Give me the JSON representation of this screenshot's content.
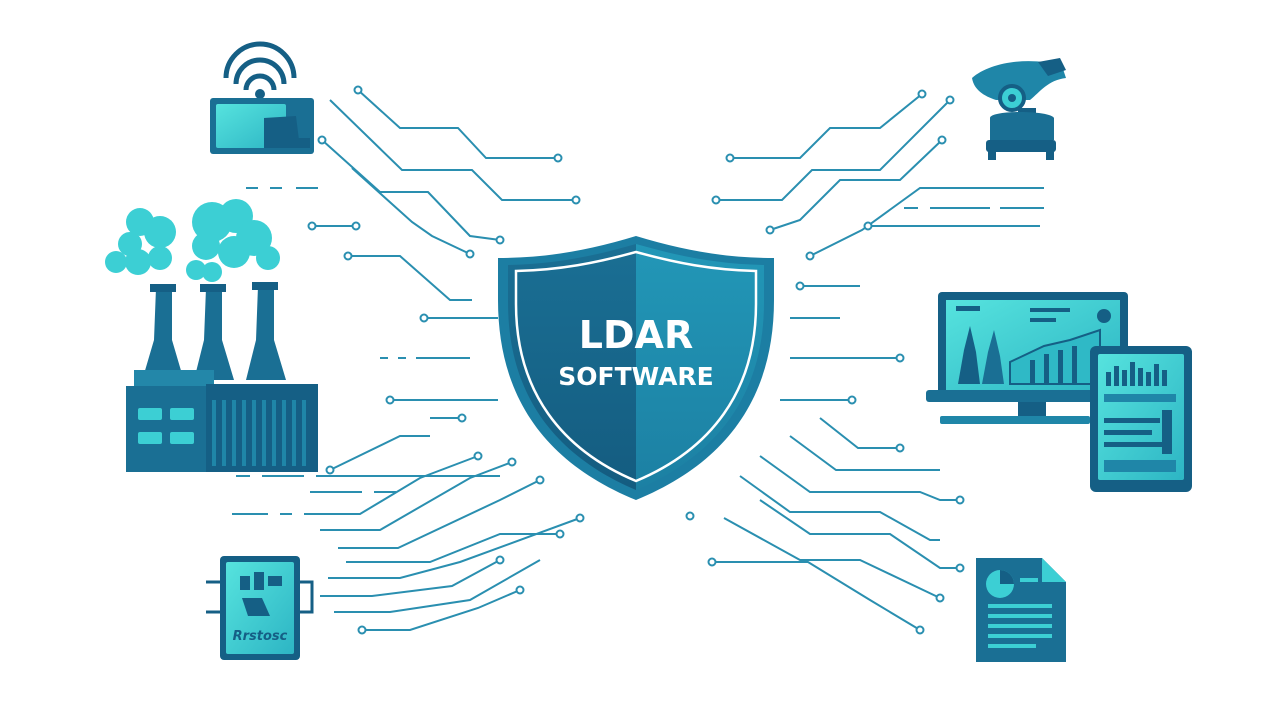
{
  "shield": {
    "title": "LDAR",
    "subtitle": "SOFTWARE"
  },
  "colors": {
    "dark": "#155f85",
    "mid": "#1f86a8",
    "light": "#3ccfd4",
    "line": "#2a8fb0"
  },
  "icons": {
    "wireless": "wireless-sensor-icon",
    "factory": "factory-icon",
    "tablet": "tablet-report-icon",
    "camera": "ogi-camera-icon",
    "laptop": "laptop-dashboard-icon",
    "mobile": "mobile-dashboard-icon",
    "document": "document-report-icon"
  },
  "tablet_scribble": "Rrstosc"
}
